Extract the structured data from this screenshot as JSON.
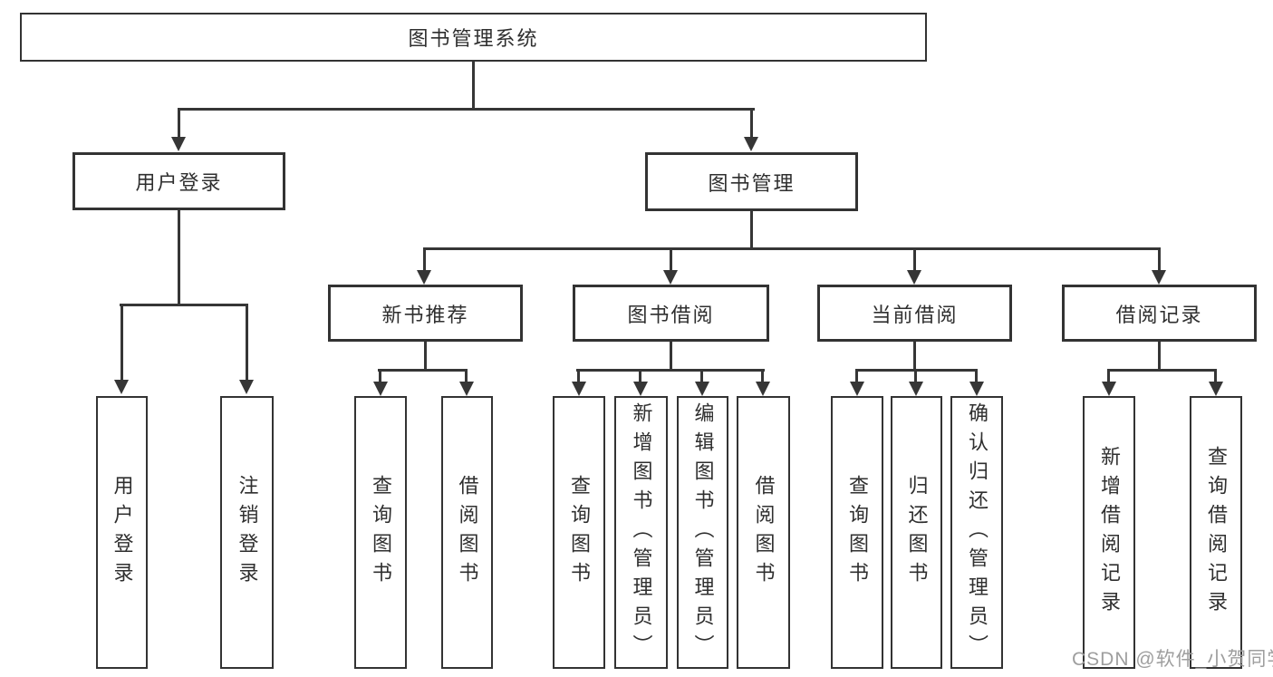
{
  "tree": {
    "root": {
      "label": "图书管理系统"
    },
    "branches": [
      {
        "label": "用户登录",
        "children": [
          {
            "label": "用户登录"
          },
          {
            "label": "注销登录"
          }
        ]
      },
      {
        "label": "图书管理",
        "children": [
          {
            "label": "新书推荐",
            "children": [
              {
                "label": "查询图书"
              },
              {
                "label": "借阅图书"
              }
            ]
          },
          {
            "label": "图书借阅",
            "children": [
              {
                "label": "查询图书"
              },
              {
                "label": "新增图书（管理员）"
              },
              {
                "label": "编辑图书（管理员）"
              },
              {
                "label": "借阅图书"
              }
            ]
          },
          {
            "label": "当前借阅",
            "children": [
              {
                "label": "查询图书"
              },
              {
                "label": "归还图书"
              },
              {
                "label": "确认归还（管理员）"
              }
            ]
          },
          {
            "label": "借阅记录",
            "children": [
              {
                "label": "新增借阅记录"
              },
              {
                "label": "查询借阅记录"
              }
            ]
          }
        ]
      }
    ]
  },
  "watermark": {
    "text": "CSDN @软件_小贺同学"
  },
  "colors": {
    "line": "#363636",
    "box_border": "#333333",
    "background": "#ffffff",
    "watermark_text": "#9e9e9e"
  }
}
